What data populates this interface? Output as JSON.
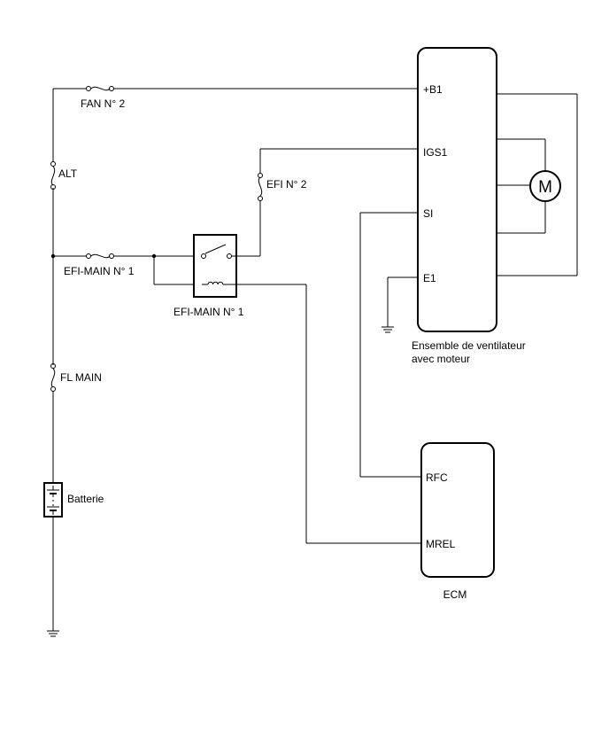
{
  "labels": {
    "fuse_fan2": "FAN N° 2",
    "fuse_alt": "ALT",
    "fuse_efi2": "EFI N° 2",
    "fuse_efimain1": "EFI-MAIN N° 1",
    "relay_efimain1": "EFI-MAIN N° 1",
    "fuse_flmain": "FL MAIN",
    "battery": "Batterie"
  },
  "fan_module": {
    "name_line1": "Ensemble de ventilateur",
    "name_line2": "avec moteur",
    "pins": [
      "+B1",
      "IGS1",
      "SI",
      "E1"
    ],
    "motor": "M"
  },
  "ecm": {
    "name": "ECM",
    "pins": [
      "RFC",
      "MREL"
    ]
  }
}
